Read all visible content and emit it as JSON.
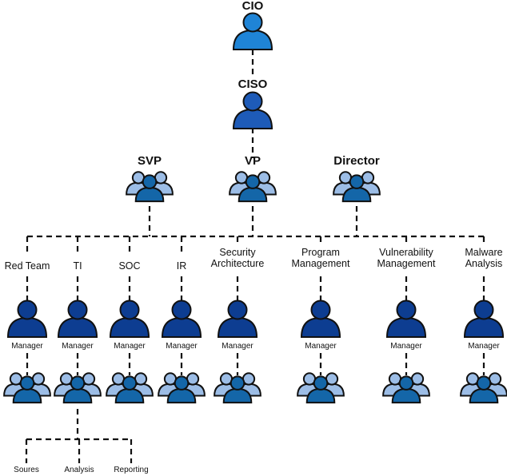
{
  "colors": {
    "cio": "#1f84d6",
    "ciso": "#1e5bb8",
    "manager": "#0d3d91",
    "team_front": "#1466a8",
    "team_back": "#9cbde6",
    "line": "#111111"
  },
  "executives": {
    "cio": "CIO",
    "ciso": "CISO",
    "svp": "SVP",
    "vp": "VP",
    "director": "Director"
  },
  "departments": [
    {
      "name": "Red Team",
      "manager": "Manager"
    },
    {
      "name": "TI",
      "manager": "Manager"
    },
    {
      "name": "SOC",
      "manager": "Manager"
    },
    {
      "name": "IR",
      "manager": "Manager"
    },
    {
      "name": "Security\nArchitecture",
      "manager": "Manager"
    },
    {
      "name": "Program\nManagement",
      "manager": "Manager"
    },
    {
      "name": "Vulnerability\nManagement",
      "manager": "Manager"
    },
    {
      "name": "Malware\nAnalysis",
      "manager": "Manager"
    }
  ],
  "ti_subteams": [
    "Soures",
    "Analysis",
    "Reporting"
  ]
}
